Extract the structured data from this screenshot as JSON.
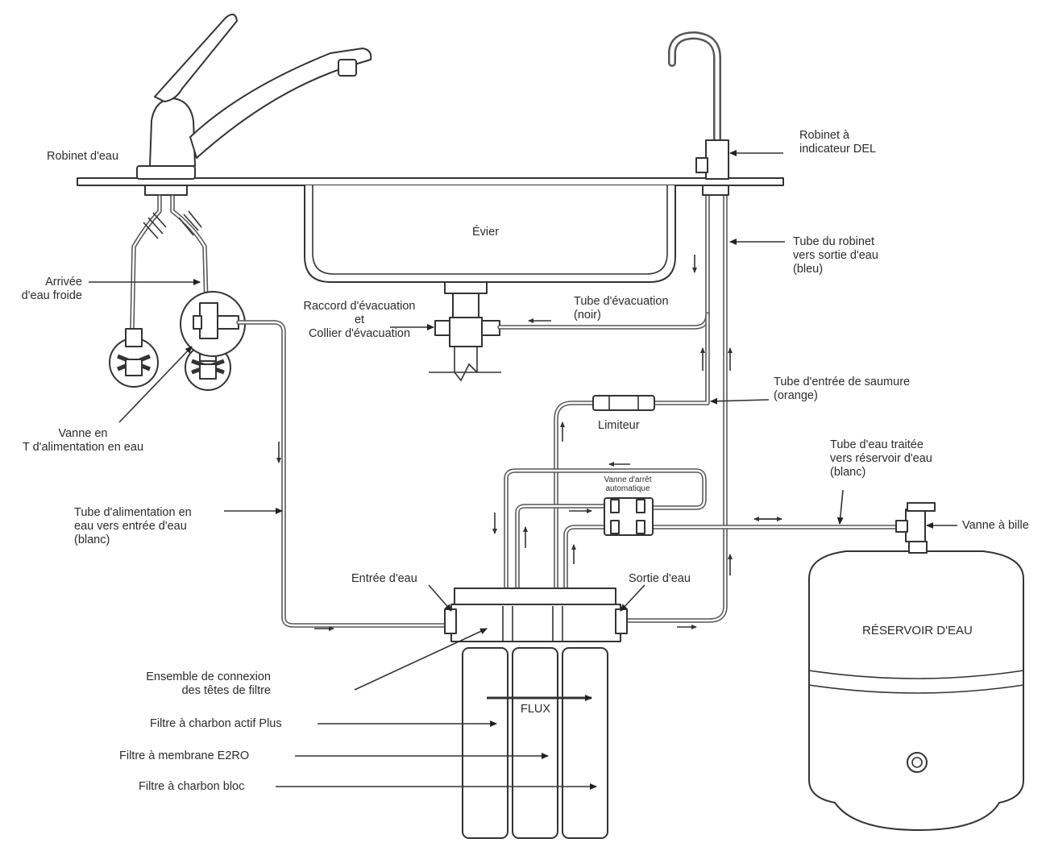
{
  "labels": {
    "robinet_eau": "Robinet d'eau",
    "robinet_del": [
      "Robinet à",
      "indicateur DEL"
    ],
    "evier": "Évier",
    "tube_robinet": [
      "Tube du robinet",
      "vers sortie d'eau",
      "(bleu)"
    ],
    "arrivee": [
      "Arrivée",
      "d'eau froide"
    ],
    "raccord": [
      "Raccord d'évacuation",
      "et",
      "Collier d'évacuation"
    ],
    "tube_evacuation": [
      "Tube d'évacuation",
      "(noir)"
    ],
    "vanne_t": [
      "Vanne en",
      "T d'alimentation en eau"
    ],
    "tube_saumure": [
      "Tube d'entrée de saumure",
      "(orange)"
    ],
    "limiteur": "Limiteur",
    "tube_traitee": [
      "Tube d'eau traitée",
      "vers réservoir d'eau",
      "(blanc)"
    ],
    "vanne_arret": [
      "Vanne d'arrêt",
      "automatique"
    ],
    "vanne_bille": "Vanne à bille",
    "tube_alimentation": [
      "Tube d'alimentation en",
      "eau vers entrée d'eau",
      "(blanc)"
    ],
    "entree_eau": "Entrée d'eau",
    "sortie_eau": "Sortie d'eau",
    "reservoir": "RÉSERVOIR D'EAU",
    "ensemble": [
      "Ensemble de connexion",
      "des têtes de filtre"
    ],
    "flux": "FLUX",
    "filtre_charbon_actif": "Filtre à charbon actif Plus",
    "filtre_membrane": "Filtre à membrane E2RO",
    "filtre_charbon_bloc": "Filtre à charbon bloc"
  }
}
